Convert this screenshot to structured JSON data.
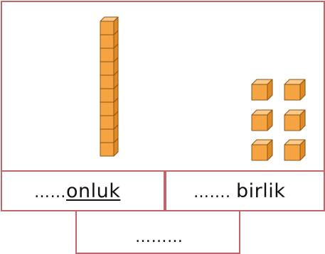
{
  "tens_label": {
    "dots": "……",
    "word": "onluk"
  },
  "ones_label": {
    "dots": "……. ",
    "word": "birlik"
  },
  "total_label": {
    "dots": "………"
  },
  "colors": {
    "cube_face": "#f6a341",
    "cube_top": "#fbc98a",
    "cube_side": "#e08a25",
    "cube_edge": "#8a5412",
    "border": "#c0666a"
  },
  "counts": {
    "tens_rods": 1,
    "rod_cubes": 10,
    "unit_cubes": 6
  }
}
